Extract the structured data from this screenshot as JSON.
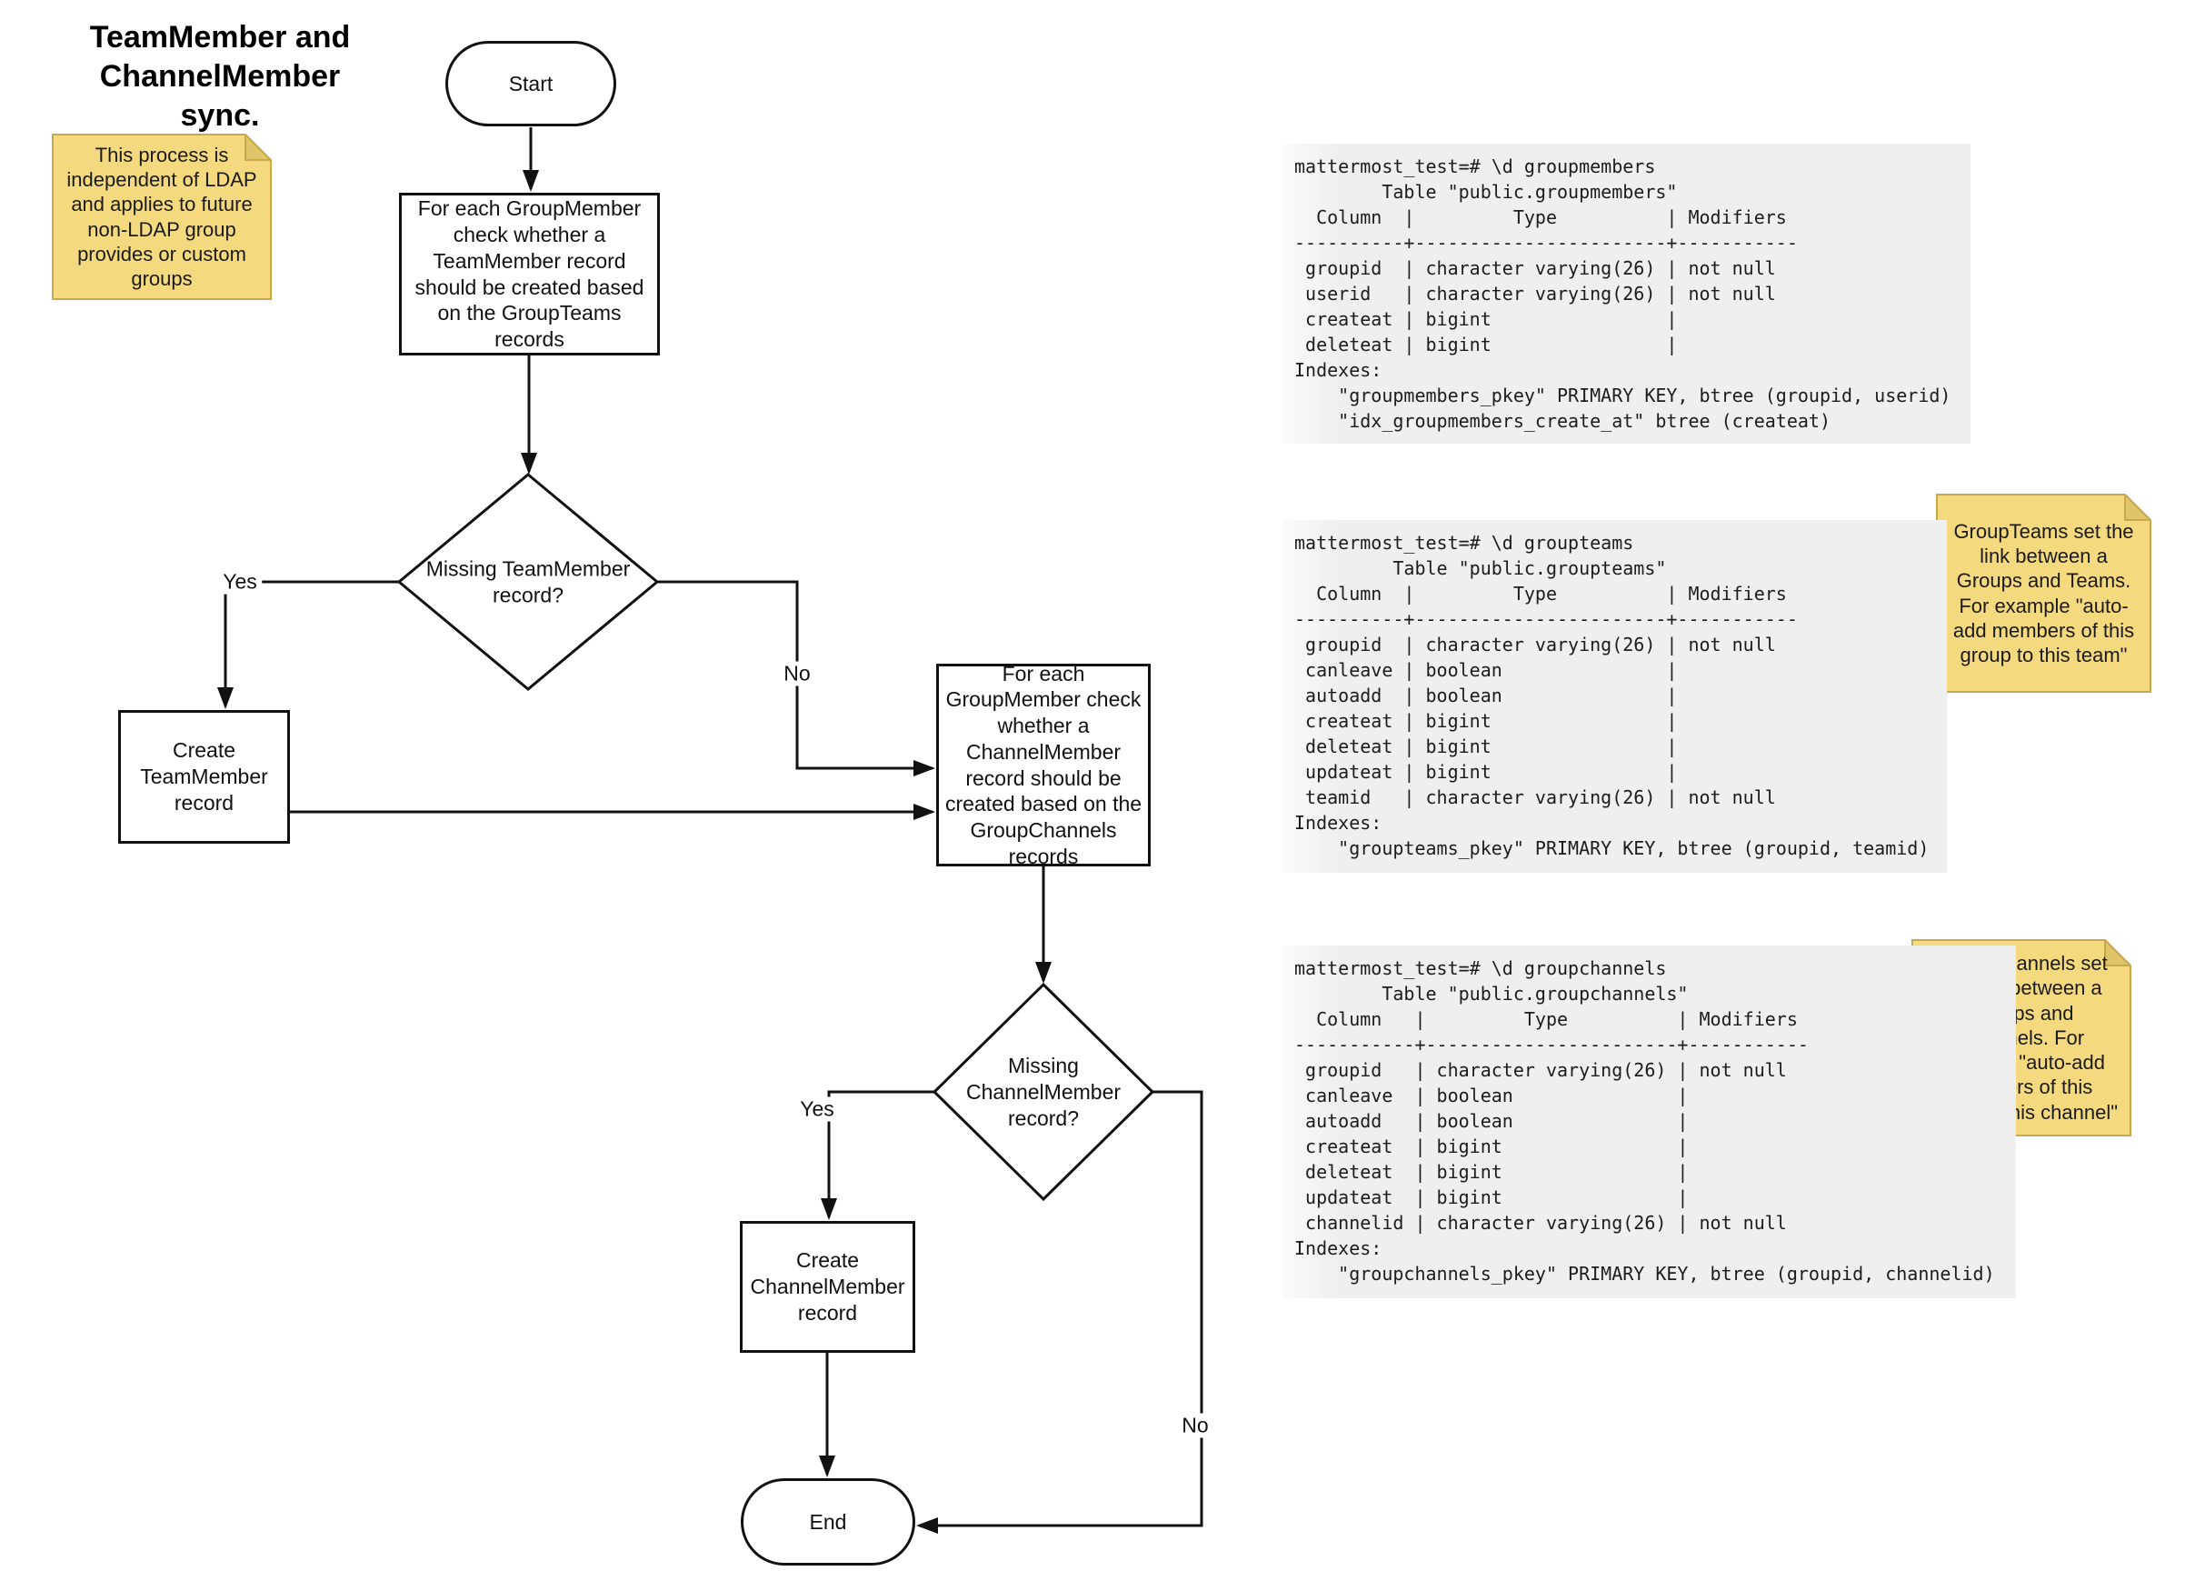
{
  "title": "TeamMember and\nChannelMember sync.",
  "colors": {
    "note_fill": "#F4D97E",
    "note_fold": "#DFC469",
    "note_border": "#C9A84C",
    "shape_border": "#111111",
    "code_background": "#EFEFEF",
    "text": "#1B1B1B"
  },
  "notes": {
    "ldap": "This process is independent of LDAP and applies to future non-LDAP group provides or custom groups",
    "groupteams": "GroupTeams set the link between a Groups and Teams. For example \"auto-add members of this group to this team\"",
    "groupchannels": "GroupChannels set the link between a Groups and Channels. For example \"auto-add members of this group to this channel\""
  },
  "flowchart": {
    "start": "Start",
    "check_teammember": "For each GroupMember check whether a TeamMember record should be created based on the GroupTeams records",
    "decision_teammember": "Missing TeamMember record?",
    "create_teammember": "Create TeamMember record",
    "check_channelmember": "For each GroupMember check whether a ChannelMember record should be created based on the GroupChannels records",
    "decision_channelmember": "Missing ChannelMember record?",
    "create_channelmember": "Create ChannelMember record",
    "end": "End",
    "labels": {
      "yes1": "Yes",
      "no1": "No",
      "yes2": "Yes",
      "no2": "No"
    }
  },
  "terminals": [
    {
      "name": "groupmembers",
      "lines": [
        "mattermost_test=# \\d groupmembers",
        "        Table \"public.groupmembers\"",
        "  Column  |         Type          | Modifiers",
        "----------+-----------------------+-----------",
        " groupid  | character varying(26) | not null",
        " userid   | character varying(26) | not null",
        " createat | bigint                |",
        " deleteat | bigint                |",
        "Indexes:",
        "    \"groupmembers_pkey\" PRIMARY KEY, btree (groupid, userid)",
        "    \"idx_groupmembers_create_at\" btree (createat)"
      ]
    },
    {
      "name": "groupteams",
      "lines": [
        "mattermost_test=# \\d groupteams",
        "         Table \"public.groupteams\"",
        "  Column  |         Type          | Modifiers",
        "----------+-----------------------+-----------",
        " groupid  | character varying(26) | not null",
        " canleave | boolean               |",
        " autoadd  | boolean               |",
        " createat | bigint                |",
        " deleteat | bigint                |",
        " updateat | bigint                |",
        " teamid   | character varying(26) | not null",
        "Indexes:",
        "    \"groupteams_pkey\" PRIMARY KEY, btree (groupid, teamid)"
      ]
    },
    {
      "name": "groupchannels",
      "lines": [
        "mattermost_test=# \\d groupchannels",
        "        Table \"public.groupchannels\"",
        "  Column   |         Type          | Modifiers",
        "-----------+-----------------------+-----------",
        " groupid   | character varying(26) | not null",
        " canleave  | boolean               |",
        " autoadd   | boolean               |",
        " createat  | bigint                |",
        " deleteat  | bigint                |",
        " updateat  | bigint                |",
        " channelid | character varying(26) | not null",
        "Indexes:",
        "    \"groupchannels_pkey\" PRIMARY KEY, btree (groupid, channelid)"
      ]
    }
  ]
}
